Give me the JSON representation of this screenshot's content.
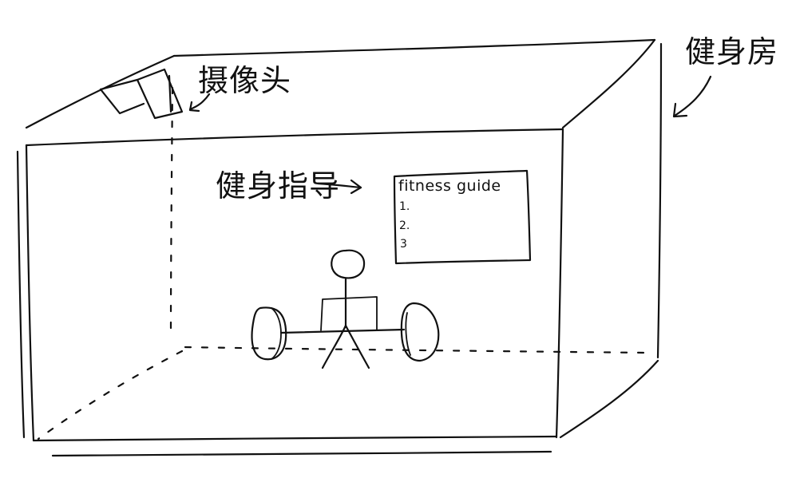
{
  "labels": {
    "gym": "健身房",
    "camera": "摄像头",
    "fitness_guide_cn": "健身指导"
  },
  "guide_board": {
    "title": "fitness guide",
    "items": [
      "1.",
      "2.",
      "3"
    ]
  },
  "colors": {
    "ink": "#111111",
    "paper": "#ffffff"
  }
}
